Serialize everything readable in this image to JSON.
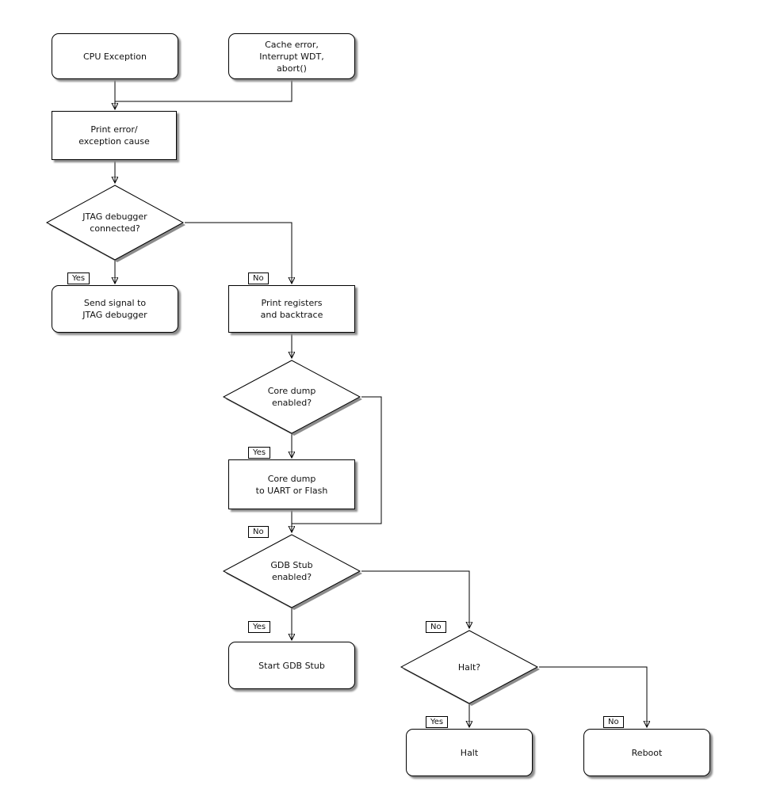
{
  "diagram": {
    "nodes": {
      "cpu_exception": {
        "label": "CPU Exception"
      },
      "cache_error": {
        "label": "Cache error,\nInterrupt WDT,\nabort()"
      },
      "print_error": {
        "label": "Print error/\nexception cause"
      },
      "jtag_connected": {
        "label": "JTAG debugger\nconnected?"
      },
      "send_signal": {
        "label": "Send signal to\nJTAG debugger"
      },
      "print_registers": {
        "label": "Print registers\nand backtrace"
      },
      "core_dump_enabled": {
        "label": "Core dump\nenabled?"
      },
      "core_dump": {
        "label": "Core dump\nto UART or Flash"
      },
      "gdb_stub_enabled": {
        "label": "GDB Stub\nenabled?"
      },
      "start_gdb_stub": {
        "label": "Start GDB Stub"
      },
      "halt_decision": {
        "label": "Halt?"
      },
      "halt": {
        "label": "Halt"
      },
      "reboot": {
        "label": "Reboot"
      }
    },
    "edge_labels": {
      "jtag_yes": "Yes",
      "jtag_no": "No",
      "core_dump_yes": "Yes",
      "core_dump_no": "No",
      "gdb_yes": "Yes",
      "gdb_no": "No",
      "halt_yes": "Yes",
      "halt_no": "No"
    },
    "colors": {
      "stroke": "#000000",
      "node_fill": "#ffffff",
      "shadow": "#8c8c8c",
      "text": "#111111"
    }
  }
}
